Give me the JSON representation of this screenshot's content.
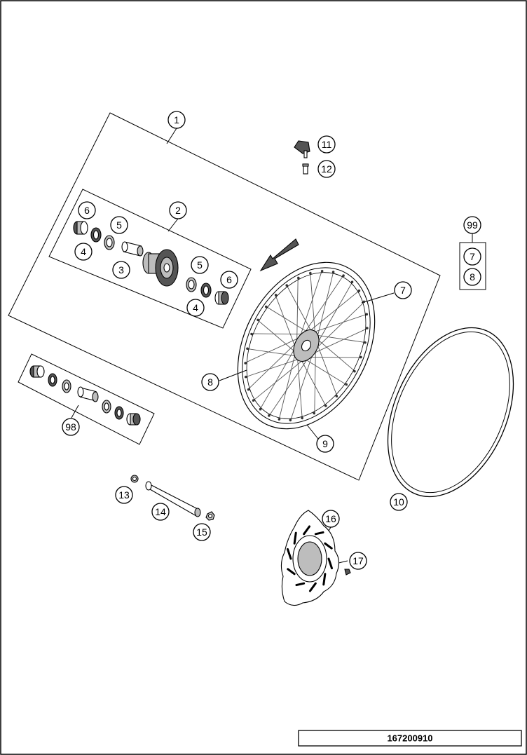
{
  "diagram": {
    "drawing_number": "167200910",
    "callouts": {
      "c1": "1",
      "c2": "2",
      "c3": "3",
      "c4a": "4",
      "c4b": "4",
      "c5a": "5",
      "c5b": "5",
      "c6a": "6",
      "c6b": "6",
      "c7": "7",
      "c8": "8",
      "c9": "9",
      "c10": "10",
      "c11": "11",
      "c12": "12",
      "c13": "13",
      "c14": "14",
      "c15": "15",
      "c16": "16",
      "c17": "17",
      "c98": "98",
      "c99": "99",
      "c99_7": "7",
      "c99_8": "8"
    }
  }
}
